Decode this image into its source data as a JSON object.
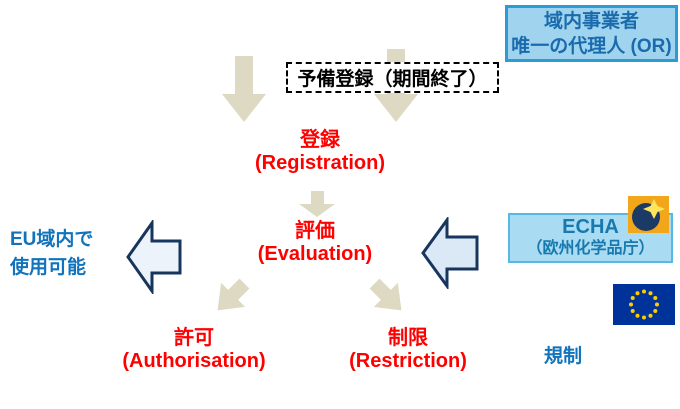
{
  "colors": {
    "red": "#FF0000",
    "blue_text": "#1173BC",
    "beige_arrow": "#DDD9C3",
    "navy_stroke": "#17365D",
    "left_arrow_fill": "#EDF3FA",
    "right_arrow_fill": "#DBE8F5",
    "or_box_fill": "#A0D4EE",
    "or_box_border": "#2E9BD5",
    "or_box_text": "#1A6BAD",
    "echa_box_fill": "#A9DCF2",
    "echa_box_border": "#55B9E3",
    "echa_box_text": "#1779AE",
    "eu_flag_blue": "#003399",
    "eu_star_yellow": "#FFCC00",
    "echa_logo_orange": "#F2A71B",
    "echa_logo_navy": "#1B3A66",
    "echa_logo_star": "#FFE45C"
  },
  "flow": {
    "pre_registration": "予備登録（期間終了）",
    "registration_jp": "登録",
    "registration_en": "(Registration)",
    "evaluation_jp": "評価",
    "evaluation_en": "(Evaluation)",
    "authorisation_jp": "許可",
    "authorisation_en": "(Authorisation)",
    "restriction_jp": "制限",
    "restriction_en": "(Restriction)"
  },
  "side": {
    "or_box_line1": "域内事業者",
    "or_box_line2": "唯一の代理人 (OR)",
    "echa_line1": "ECHA",
    "echa_line2": "（欧州化学品庁）",
    "usable_line1": "EU域内で",
    "usable_line2": "使用可能",
    "regulation": "規制"
  },
  "icons": {
    "echa_logo": "echa-logo-icon",
    "eu_flag": "eu-flag-icon"
  }
}
